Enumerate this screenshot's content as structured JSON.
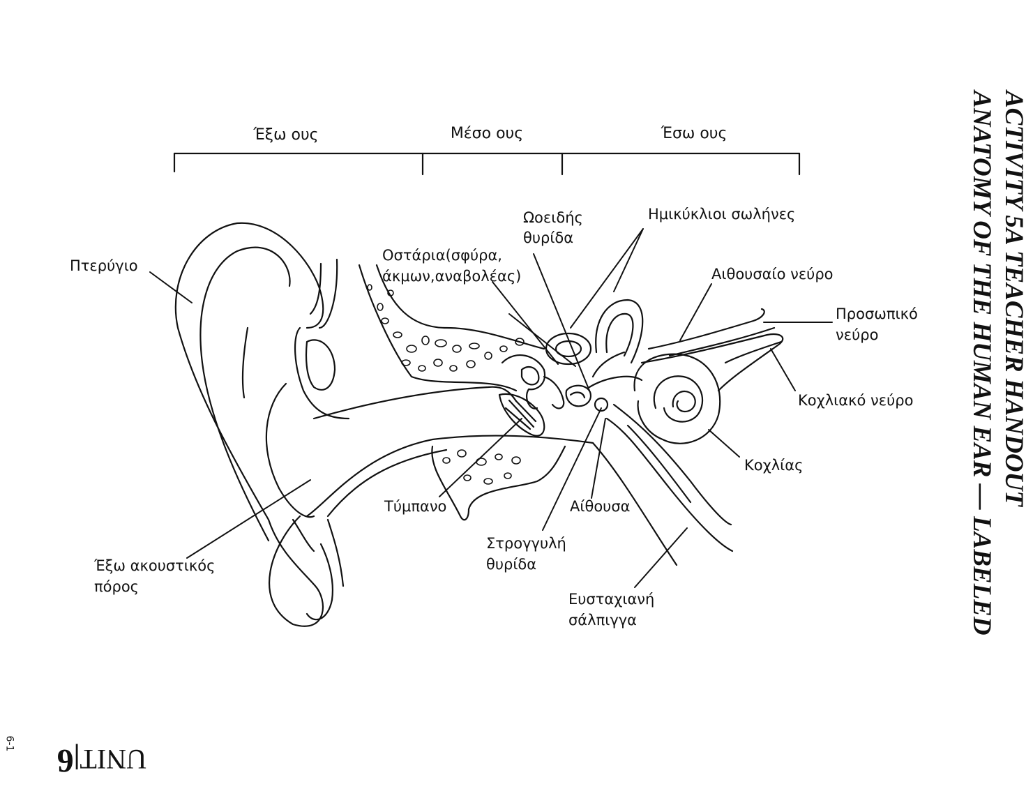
{
  "title": {
    "line1": "ACTIVITY 5A TEACHER HANDOUT",
    "line2": "ANATOMY OF THE HUMAN EAR — LABELED"
  },
  "sections": {
    "outer": "Έξω ους",
    "middle": "Μέσο ους",
    "inner": "Έσω ους"
  },
  "labels": {
    "pinna": "Πτερύγιο",
    "ossicles_1": "Οστάρια(σφύρα,",
    "ossicles_2": "άκμων,αναβολέας)",
    "oval_window_1": "Ωοειδής",
    "oval_window_2": "θυρίδα",
    "semicircular": "Ημικύκλιοι σωλήνες",
    "vestibular_nerve": "Αιθουσαίο νεύρο",
    "facial_nerve_1": "Προσωπικό",
    "facial_nerve_2": "νεύρο",
    "cochlear_nerve": "Κοχλιακό νεύρο",
    "cochlea": "Κοχλίας",
    "vestibule": "Αίθουσα",
    "eardrum": "Τύμπανο",
    "round_window_1": "Στρογγυλή",
    "round_window_2": "θυρίδα",
    "eustachian_1": "Ευσταχιανή",
    "eustachian_2": "σάλπιγγα",
    "ear_canal_1": "Έξω ακουστικός",
    "ear_canal_2": "πόρος"
  },
  "footer": {
    "unit_word": "UNIT",
    "unit_number": "6",
    "page": "6-1"
  }
}
